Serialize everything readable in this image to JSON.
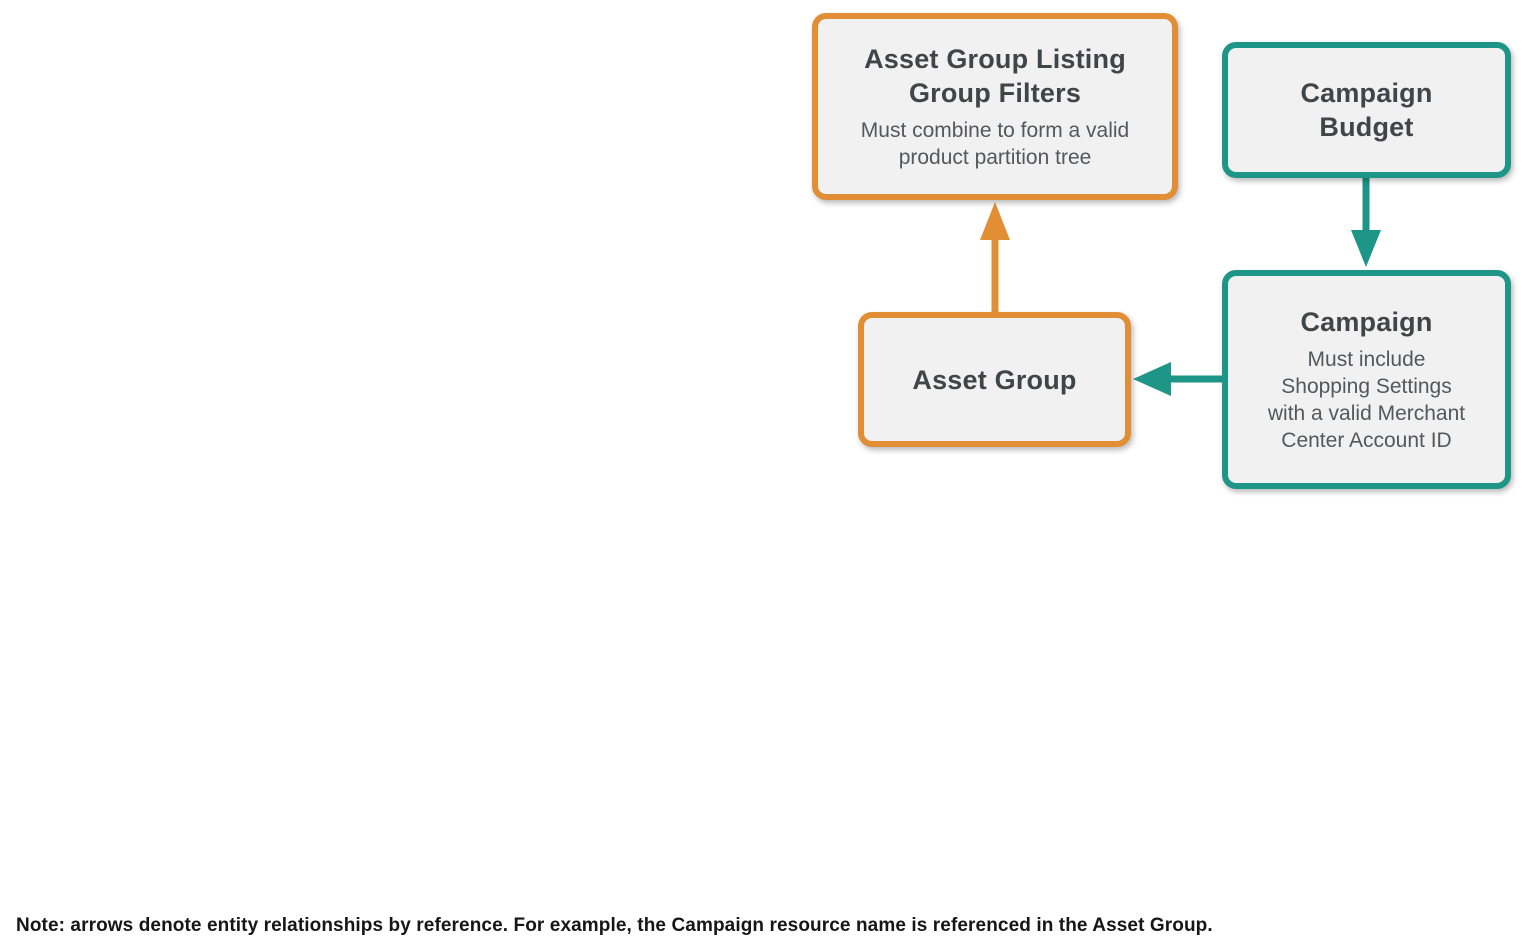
{
  "diagram": {
    "nodes": {
      "filters": {
        "title": "Asset Group Listing Group Filters",
        "subtitle": "Must combine to form a valid product partition tree"
      },
      "budget": {
        "title": "Campaign Budget"
      },
      "asset_group": {
        "title": "Asset Group"
      },
      "campaign": {
        "title": "Campaign",
        "subtitle": "Must include Shopping Settings with a valid Merchant Center Account ID"
      }
    },
    "arrows": [
      {
        "from": "Asset Group",
        "to": "Asset Group Listing Group Filters",
        "color": "orange"
      },
      {
        "from": "Campaign Budget",
        "to": "Campaign",
        "color": "teal"
      },
      {
        "from": "Campaign",
        "to": "Asset Group",
        "color": "teal"
      }
    ],
    "colors": {
      "orange": "#E18E35",
      "teal": "#1E9687",
      "node_background": "#F1F1F2",
      "title_text": "#404548",
      "subtitle_text": "#54585B",
      "note_text": "#161616"
    }
  },
  "note": "Note: arrows denote entity relationships by reference. For example, the Campaign resource name is referenced in the Asset Group."
}
